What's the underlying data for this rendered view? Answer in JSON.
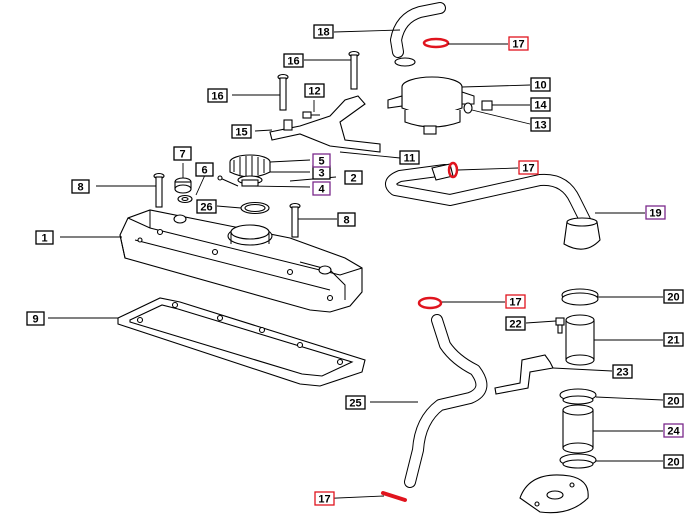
{
  "colors": {
    "line": "#000000",
    "highlight_red": "#e0141e",
    "highlight_purple": "#7b2a8c",
    "box_default": "#000000"
  },
  "callouts": [
    {
      "id": "c1",
      "label": "1",
      "color": "black"
    },
    {
      "id": "c2",
      "label": "2",
      "color": "black"
    },
    {
      "id": "c3",
      "label": "3",
      "color": "black"
    },
    {
      "id": "c4",
      "label": "4",
      "color": "purple"
    },
    {
      "id": "c5",
      "label": "5",
      "color": "purple"
    },
    {
      "id": "c6",
      "label": "6",
      "color": "black"
    },
    {
      "id": "c7",
      "label": "7",
      "color": "black"
    },
    {
      "id": "c8a",
      "label": "8",
      "color": "black"
    },
    {
      "id": "c8b",
      "label": "8",
      "color": "black"
    },
    {
      "id": "c9",
      "label": "9",
      "color": "black"
    },
    {
      "id": "c10",
      "label": "10",
      "color": "black"
    },
    {
      "id": "c11",
      "label": "11",
      "color": "black"
    },
    {
      "id": "c12",
      "label": "12",
      "color": "black"
    },
    {
      "id": "c13",
      "label": "13",
      "color": "black"
    },
    {
      "id": "c14",
      "label": "14",
      "color": "black"
    },
    {
      "id": "c15",
      "label": "15",
      "color": "black"
    },
    {
      "id": "c16a",
      "label": "16",
      "color": "black"
    },
    {
      "id": "c16b",
      "label": "16",
      "color": "black"
    },
    {
      "id": "c17a",
      "label": "17",
      "color": "red"
    },
    {
      "id": "c17b",
      "label": "17",
      "color": "red"
    },
    {
      "id": "c17c",
      "label": "17",
      "color": "red"
    },
    {
      "id": "c17d",
      "label": "17",
      "color": "red"
    },
    {
      "id": "c18",
      "label": "18",
      "color": "black"
    },
    {
      "id": "c19",
      "label": "19",
      "color": "purple"
    },
    {
      "id": "c20a",
      "label": "20",
      "color": "black"
    },
    {
      "id": "c20b",
      "label": "20",
      "color": "black"
    },
    {
      "id": "c20c",
      "label": "20",
      "color": "black"
    },
    {
      "id": "c21",
      "label": "21",
      "color": "black"
    },
    {
      "id": "c22",
      "label": "22",
      "color": "black"
    },
    {
      "id": "c23",
      "label": "23",
      "color": "black"
    },
    {
      "id": "c24",
      "label": "24",
      "color": "purple"
    },
    {
      "id": "c25",
      "label": "25",
      "color": "black"
    },
    {
      "id": "c26",
      "label": "26",
      "color": "black"
    }
  ]
}
